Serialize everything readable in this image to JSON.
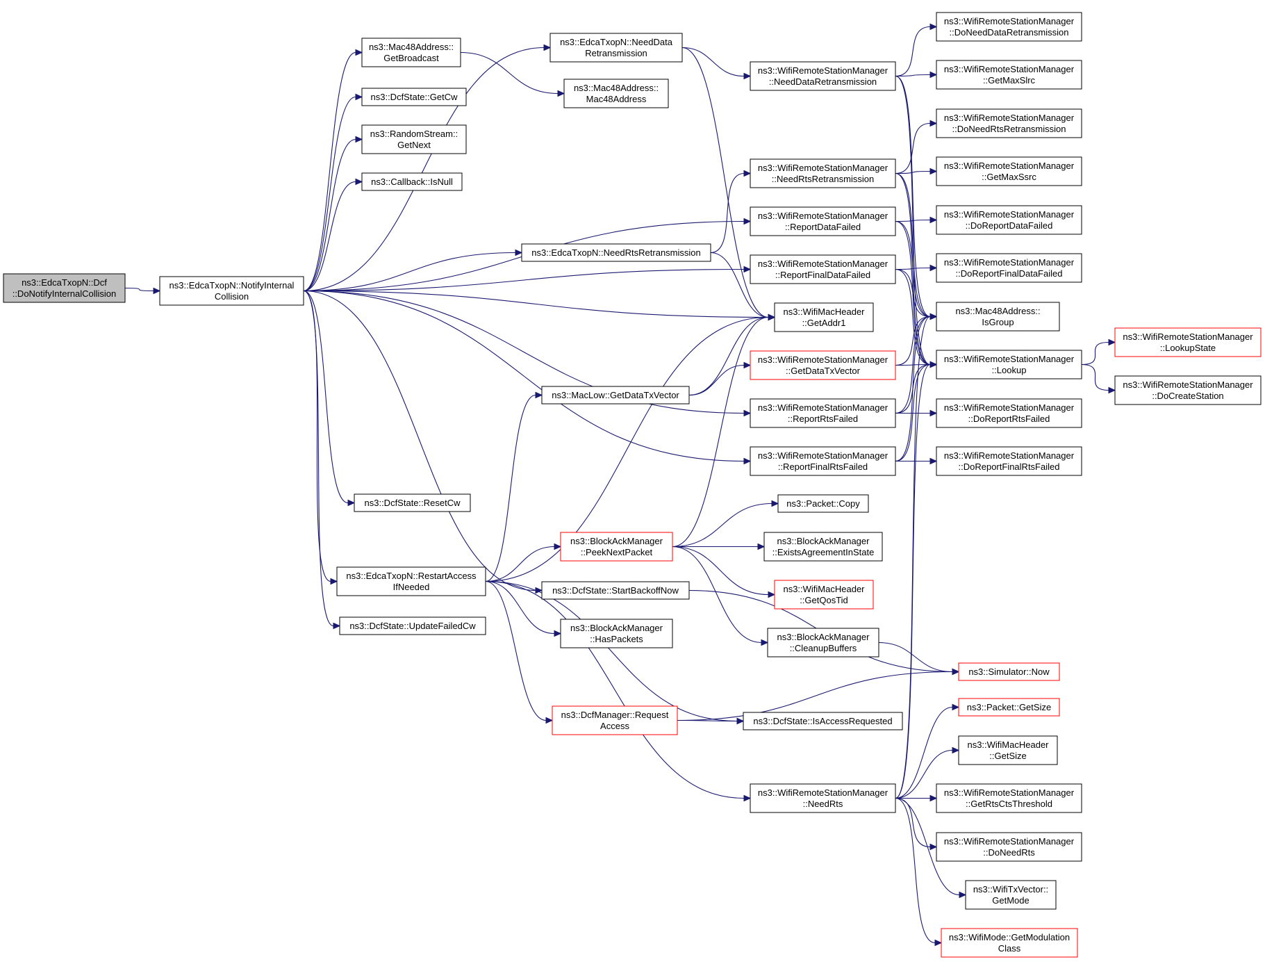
{
  "nodes": [
    {
      "id": "n0",
      "lines": [
        "ns3::EdcaTxopN::Dcf",
        "::DoNotifyInternalCollision"
      ],
      "style": "gray"
    },
    {
      "id": "n1",
      "lines": [
        "ns3::EdcaTxopN::NotifyInternal",
        "Collision"
      ],
      "style": "black"
    },
    {
      "id": "n2",
      "lines": [
        "ns3::Mac48Address::",
        "GetBroadcast"
      ],
      "style": "black"
    },
    {
      "id": "n3",
      "lines": [
        "ns3::DcfState::GetCw"
      ],
      "style": "black"
    },
    {
      "id": "n4",
      "lines": [
        "ns3::RandomStream::",
        "GetNext"
      ],
      "style": "black"
    },
    {
      "id": "n5",
      "lines": [
        "ns3::Callback::IsNull"
      ],
      "style": "black"
    },
    {
      "id": "n6",
      "lines": [
        "ns3::DcfState::ResetCw"
      ],
      "style": "black"
    },
    {
      "id": "n7",
      "lines": [
        "ns3::EdcaTxopN::RestartAccess",
        "IfNeeded"
      ],
      "style": "black"
    },
    {
      "id": "n8",
      "lines": [
        "ns3::DcfState::UpdateFailedCw"
      ],
      "style": "black"
    },
    {
      "id": "n9",
      "lines": [
        "ns3::EdcaTxopN::NeedData",
        "Retransmission"
      ],
      "style": "black"
    },
    {
      "id": "n10",
      "lines": [
        "ns3::Mac48Address::",
        "Mac48Address"
      ],
      "style": "black"
    },
    {
      "id": "n11",
      "lines": [
        "ns3::EdcaTxopN::NeedRtsRetransmission"
      ],
      "style": "black"
    },
    {
      "id": "n12",
      "lines": [
        "ns3::MacLow::GetDataTxVector"
      ],
      "style": "black"
    },
    {
      "id": "n13",
      "lines": [
        "ns3::BlockAckManager",
        "::PeekNextPacket"
      ],
      "style": "red"
    },
    {
      "id": "n14",
      "lines": [
        "ns3::DcfState::StartBackoffNow"
      ],
      "style": "black"
    },
    {
      "id": "n15",
      "lines": [
        "ns3::BlockAckManager",
        "::HasPackets"
      ],
      "style": "black"
    },
    {
      "id": "n16",
      "lines": [
        "ns3::DcfManager::Request",
        "Access"
      ],
      "style": "red"
    },
    {
      "id": "n17",
      "lines": [
        "ns3::WifiRemoteStationManager",
        "::NeedDataRetransmission"
      ],
      "style": "black"
    },
    {
      "id": "n18",
      "lines": [
        "ns3::WifiRemoteStationManager",
        "::NeedRtsRetransmission"
      ],
      "style": "black"
    },
    {
      "id": "n19",
      "lines": [
        "ns3::WifiRemoteStationManager",
        "::ReportDataFailed"
      ],
      "style": "black"
    },
    {
      "id": "n20",
      "lines": [
        "ns3::WifiRemoteStationManager",
        "::ReportFinalDataFailed"
      ],
      "style": "black"
    },
    {
      "id": "n21",
      "lines": [
        "ns3::WifiMacHeader",
        "::GetAddr1"
      ],
      "style": "black"
    },
    {
      "id": "n22",
      "lines": [
        "ns3::WifiRemoteStationManager",
        "::GetDataTxVector"
      ],
      "style": "red"
    },
    {
      "id": "n23",
      "lines": [
        "ns3::WifiRemoteStationManager",
        "::ReportRtsFailed"
      ],
      "style": "black"
    },
    {
      "id": "n24",
      "lines": [
        "ns3::WifiRemoteStationManager",
        "::ReportFinalRtsFailed"
      ],
      "style": "black"
    },
    {
      "id": "n25",
      "lines": [
        "ns3::Packet::Copy"
      ],
      "style": "black"
    },
    {
      "id": "n26",
      "lines": [
        "ns3::BlockAckManager",
        "::ExistsAgreementInState"
      ],
      "style": "black"
    },
    {
      "id": "n27",
      "lines": [
        "ns3::WifiMacHeader",
        "::GetQosTid"
      ],
      "style": "red"
    },
    {
      "id": "n28",
      "lines": [
        "ns3::BlockAckManager",
        "::CleanupBuffers"
      ],
      "style": "black"
    },
    {
      "id": "n29",
      "lines": [
        "ns3::DcfState::IsAccessRequested"
      ],
      "style": "black"
    },
    {
      "id": "n30",
      "lines": [
        "ns3::WifiRemoteStationManager",
        "::NeedRts"
      ],
      "style": "black"
    },
    {
      "id": "n31",
      "lines": [
        "ns3::WifiRemoteStationManager",
        "::DoNeedDataRetransmission"
      ],
      "style": "black"
    },
    {
      "id": "n32",
      "lines": [
        "ns3::WifiRemoteStationManager",
        "::GetMaxSlrc"
      ],
      "style": "black"
    },
    {
      "id": "n33",
      "lines": [
        "ns3::WifiRemoteStationManager",
        "::DoNeedRtsRetransmission"
      ],
      "style": "black"
    },
    {
      "id": "n34",
      "lines": [
        "ns3::WifiRemoteStationManager",
        "::GetMaxSsrc"
      ],
      "style": "black"
    },
    {
      "id": "n35",
      "lines": [
        "ns3::WifiRemoteStationManager",
        "::DoReportDataFailed"
      ],
      "style": "black"
    },
    {
      "id": "n36",
      "lines": [
        "ns3::WifiRemoteStationManager",
        "::DoReportFinalDataFailed"
      ],
      "style": "black"
    },
    {
      "id": "n37",
      "lines": [
        "ns3::Mac48Address::",
        "IsGroup"
      ],
      "style": "black"
    },
    {
      "id": "n38",
      "lines": [
        "ns3::WifiRemoteStationManager",
        "::Lookup"
      ],
      "style": "black"
    },
    {
      "id": "n39",
      "lines": [
        "ns3::WifiRemoteStationManager",
        "::DoReportRtsFailed"
      ],
      "style": "black"
    },
    {
      "id": "n40",
      "lines": [
        "ns3::WifiRemoteStationManager",
        "::DoReportFinalRtsFailed"
      ],
      "style": "black"
    },
    {
      "id": "n41",
      "lines": [
        "ns3::Simulator::Now"
      ],
      "style": "red"
    },
    {
      "id": "n42",
      "lines": [
        "ns3::Packet::GetSize"
      ],
      "style": "red"
    },
    {
      "id": "n43",
      "lines": [
        "ns3::WifiMacHeader",
        "::GetSize"
      ],
      "style": "black"
    },
    {
      "id": "n44",
      "lines": [
        "ns3::WifiRemoteStationManager",
        "::GetRtsCtsThreshold"
      ],
      "style": "black"
    },
    {
      "id": "n45",
      "lines": [
        "ns3::WifiRemoteStationManager",
        "::DoNeedRts"
      ],
      "style": "black"
    },
    {
      "id": "n46",
      "lines": [
        "ns3::WifiTxVector::",
        "GetMode"
      ],
      "style": "black"
    },
    {
      "id": "n47",
      "lines": [
        "ns3::WifiMode::GetModulation",
        "Class"
      ],
      "style": "red"
    },
    {
      "id": "n48",
      "lines": [
        "ns3::WifiRemoteStationManager",
        "::LookupState"
      ],
      "style": "red"
    },
    {
      "id": "n49",
      "lines": [
        "ns3::WifiRemoteStationManager",
        "::DoCreateStation"
      ],
      "style": "black"
    }
  ],
  "edges": [
    [
      "n0",
      "n1"
    ],
    [
      "n1",
      "n9"
    ],
    [
      "n1",
      "n2"
    ],
    [
      "n1",
      "n3"
    ],
    [
      "n1",
      "n4"
    ],
    [
      "n1",
      "n5"
    ],
    [
      "n1",
      "n11"
    ],
    [
      "n1",
      "n19"
    ],
    [
      "n1",
      "n20"
    ],
    [
      "n1",
      "n21"
    ],
    [
      "n1",
      "n23"
    ],
    [
      "n1",
      "n24"
    ],
    [
      "n1",
      "n6"
    ],
    [
      "n1",
      "n7"
    ],
    [
      "n1",
      "n14"
    ],
    [
      "n1",
      "n8"
    ],
    [
      "n2",
      "n10"
    ],
    [
      "n9",
      "n17"
    ],
    [
      "n9",
      "n21"
    ],
    [
      "n11",
      "n18"
    ],
    [
      "n11",
      "n21"
    ],
    [
      "n7",
      "n12"
    ],
    [
      "n7",
      "n21"
    ],
    [
      "n7",
      "n13"
    ],
    [
      "n7",
      "n15"
    ],
    [
      "n7",
      "n16"
    ],
    [
      "n7",
      "n29"
    ],
    [
      "n7",
      "n30"
    ],
    [
      "n12",
      "n21"
    ],
    [
      "n12",
      "n22"
    ],
    [
      "n13",
      "n21"
    ],
    [
      "n13",
      "n25"
    ],
    [
      "n13",
      "n26"
    ],
    [
      "n13",
      "n27"
    ],
    [
      "n13",
      "n28"
    ],
    [
      "n14",
      "n41"
    ],
    [
      "n16",
      "n29"
    ],
    [
      "n16",
      "n41"
    ],
    [
      "n28",
      "n41"
    ],
    [
      "n17",
      "n31"
    ],
    [
      "n17",
      "n32"
    ],
    [
      "n17",
      "n37"
    ],
    [
      "n17",
      "n38"
    ],
    [
      "n18",
      "n33"
    ],
    [
      "n18",
      "n34"
    ],
    [
      "n18",
      "n37"
    ],
    [
      "n18",
      "n38"
    ],
    [
      "n19",
      "n35"
    ],
    [
      "n19",
      "n37"
    ],
    [
      "n19",
      "n38"
    ],
    [
      "n20",
      "n36"
    ],
    [
      "n20",
      "n37"
    ],
    [
      "n20",
      "n38"
    ],
    [
      "n22",
      "n37"
    ],
    [
      "n22",
      "n38"
    ],
    [
      "n23",
      "n39"
    ],
    [
      "n23",
      "n37"
    ],
    [
      "n23",
      "n38"
    ],
    [
      "n24",
      "n40"
    ],
    [
      "n24",
      "n37"
    ],
    [
      "n24",
      "n38"
    ],
    [
      "n30",
      "n37"
    ],
    [
      "n30",
      "n38"
    ],
    [
      "n30",
      "n42"
    ],
    [
      "n30",
      "n43"
    ],
    [
      "n30",
      "n44"
    ],
    [
      "n30",
      "n45"
    ],
    [
      "n30",
      "n46"
    ],
    [
      "n30",
      "n47"
    ],
    [
      "n38",
      "n48"
    ],
    [
      "n38",
      "n49"
    ]
  ]
}
